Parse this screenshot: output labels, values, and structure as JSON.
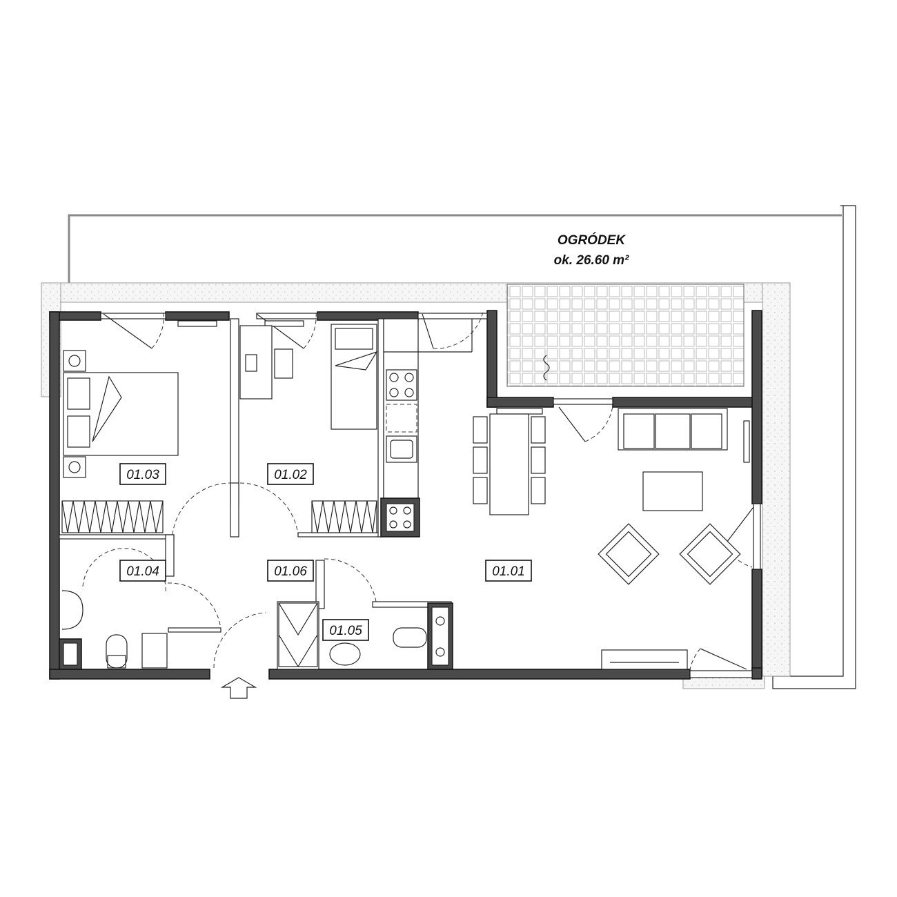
{
  "garden": {
    "name": "OGRÓDEK",
    "area": "ok. 26.60 m²"
  },
  "rooms": [
    {
      "id": "01.01"
    },
    {
      "id": "01.02"
    },
    {
      "id": "01.03"
    },
    {
      "id": "01.04"
    },
    {
      "id": "01.05"
    },
    {
      "id": "01.06"
    }
  ],
  "colors": {
    "wall": "#4a4a4a",
    "line": "#222222",
    "background": "#ffffff"
  },
  "icons": [
    "entrance-arrow-icon",
    "double-bed-icon",
    "sofa-icon",
    "stove-icon",
    "sink-icon",
    "toilet-icon",
    "washbasin-icon",
    "armchair-icon",
    "table-icon"
  ]
}
